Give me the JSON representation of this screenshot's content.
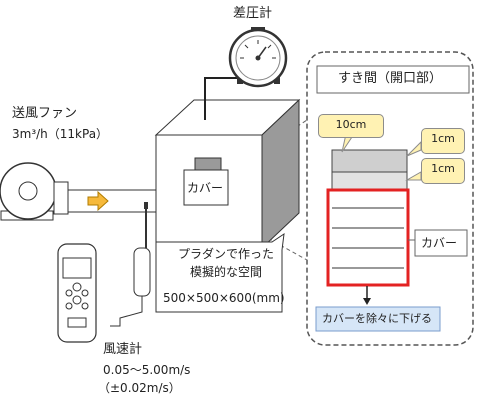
{
  "gauge": {
    "label": "差圧計"
  },
  "fan": {
    "label": "送風ファン",
    "spec": "3m³/h（11kPa）"
  },
  "cover_box": {
    "label": "カバー"
  },
  "space_note": {
    "line1": "プラダンで作った",
    "line2": "模擬的な空間",
    "dims": "500×500×600(mm)"
  },
  "anemometer": {
    "label": "風速計",
    "range": "0.05～5.00m/s",
    "accuracy": "（±0.02m/s）"
  },
  "gap_panel": {
    "title": "すき間（開口部）",
    "callout_top": "10cm",
    "callout_r1": "1cm",
    "callout_r2": "1cm",
    "cover_label": "カバー",
    "action_label": "カバーを除々に下げる"
  },
  "colors": {
    "callout_fill": "#fff2b3",
    "red_frame": "#e32222",
    "action_fill": "#d6e6f7",
    "gray": "#bdbdbd"
  }
}
